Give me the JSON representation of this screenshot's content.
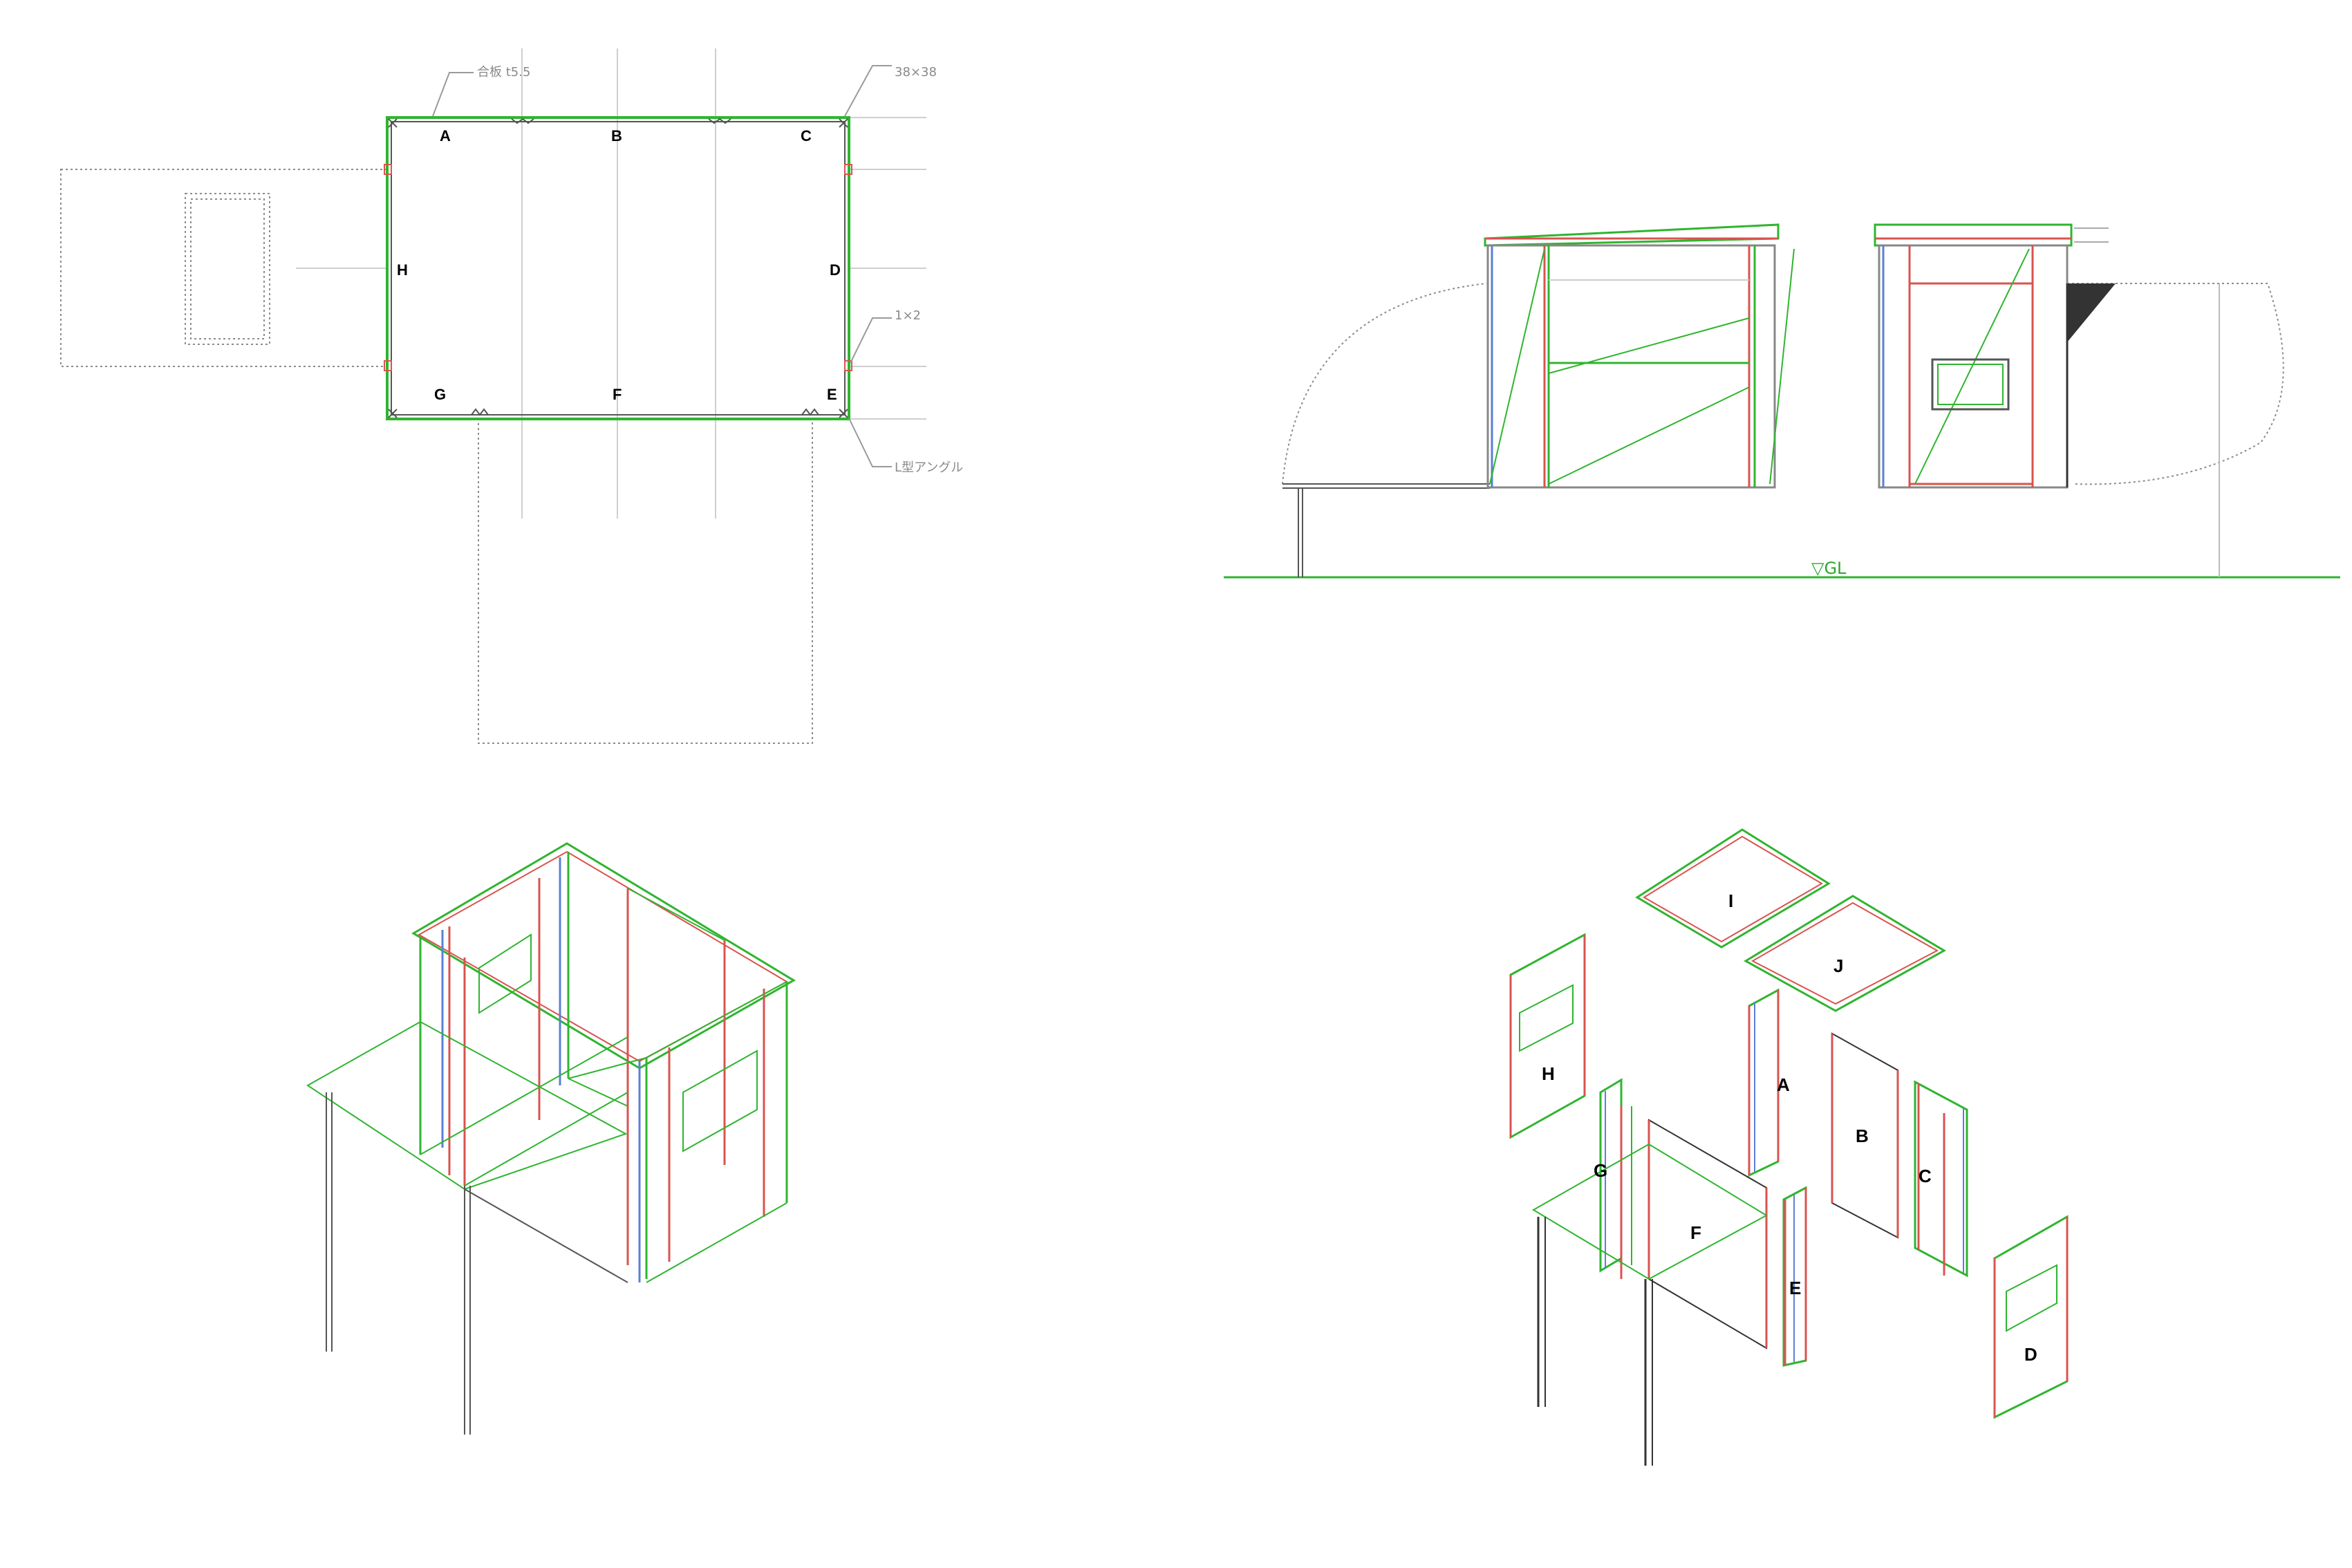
{
  "plan": {
    "labels": [
      "A",
      "B",
      "C",
      "D",
      "E",
      "F",
      "G",
      "H"
    ],
    "notes": {
      "plywood": "合板 t5.5",
      "lumber": "38×38",
      "batten": "1×2",
      "angle": "L型アングル"
    }
  },
  "elevation": {
    "ground_label": "▽GL"
  },
  "exploded": {
    "labels": [
      "I",
      "J",
      "H",
      "A",
      "B",
      "C",
      "G",
      "F",
      "E",
      "D"
    ]
  },
  "colors": {
    "green": "#2fb52f",
    "red": "#d9534f",
    "blue": "#5b7fd6",
    "grey": "#8c8c8c",
    "dark": "#333333"
  }
}
